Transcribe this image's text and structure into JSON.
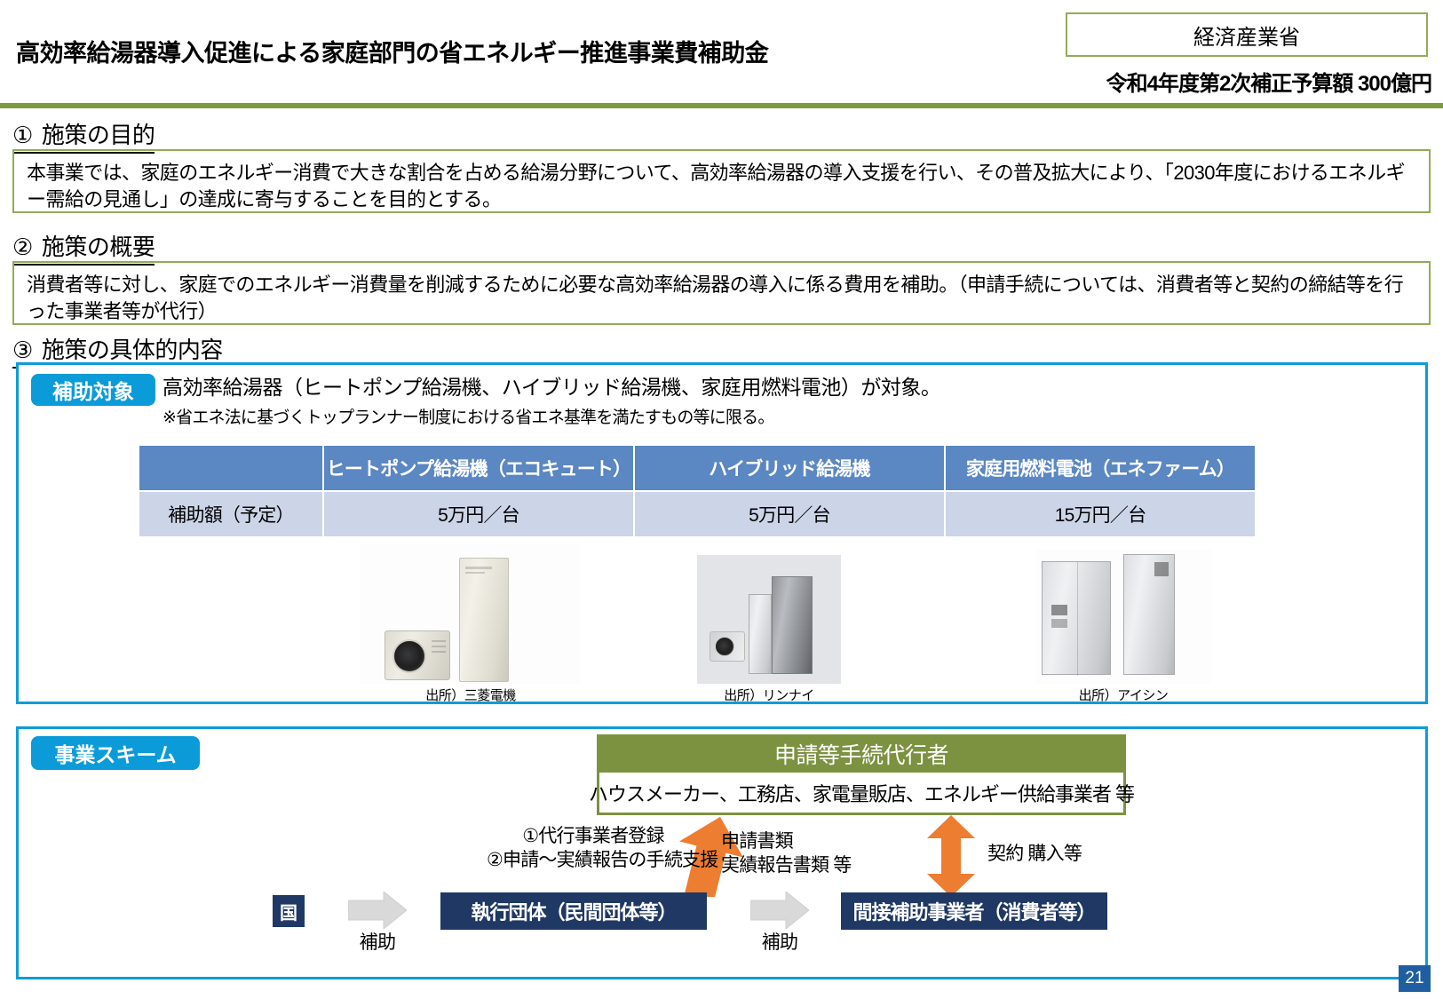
{
  "header": {
    "title": "高効率給湯器導入促進による家庭部門の省エネルギー推進事業費補助金",
    "ministry": "経済産業省",
    "budget": "令和4年度第2次補正予算額 300億円"
  },
  "sections": {
    "s1": {
      "num": "①",
      "heading": "施策の目的",
      "body": "本事業では、家庭のエネルギー消費で大きな割合を占める給湯分野について、高効率給湯器の導入支援を行い、その普及拡大により、「2030年度におけるエネルギー需給の見通し」の達成に寄与することを目的とする。"
    },
    "s2": {
      "num": "②",
      "heading": "施策の概要",
      "body": "消費者等に対し、家庭でのエネルギー消費量を削減するために必要な高効率給湯器の導入に係る費用を補助。（申請手続については、消費者等と契約の締結等を行った事業者等が代行）"
    },
    "s3": {
      "num": "③",
      "heading": "施策の具体的内容"
    }
  },
  "target_panel": {
    "tag": "補助対象",
    "line1": "高効率給湯器（ヒートポンプ給湯機、ハイブリッド給湯機、家庭用燃料電池）が対象。",
    "line2": "※省エネ法に基づくトップランナー制度における省エネ基準を満たすもの等に限る。",
    "table": {
      "headers": [
        "",
        "ヒートポンプ給湯機（エコキュート）",
        "ハイブリッド給湯機",
        "家庭用燃料電池（エネファーム）"
      ],
      "rows": [
        {
          "label": "補助額（予定）",
          "values": [
            "5万円／台",
            "5万円／台",
            "15万円／台"
          ]
        }
      ]
    },
    "photos": [
      {
        "name": "heat-pump-water-heater",
        "caption": "出所）三菱電機"
      },
      {
        "name": "hybrid-water-heater",
        "caption": "出所）リンナイ"
      },
      {
        "name": "household-fuel-cell",
        "caption": "出所）アイシン"
      }
    ]
  },
  "scheme_panel": {
    "tag": "事業スキーム",
    "agent": {
      "title": "申請等手続代行者",
      "members": "ハウスメーカー、工務店、家電量販店、エネルギー供給事業者 等"
    },
    "support_note_line1": "①代行事業者登録",
    "support_note_line2": "②申請～実績報告の手続支援",
    "documents_line1": "申請書類",
    "documents_line2": "実績報告書類 等",
    "contract_label": "契約 購入等",
    "nation": "国",
    "subsidy_label_1": "補助",
    "executor": "執行団体（民間団体等）",
    "subsidy_label_2": "補助",
    "beneficiary": "間接補助事業者（消費者等）"
  },
  "page_number": "21",
  "colors": {
    "rule_green": "#7b9b3e",
    "box_green": "#93ab56",
    "panel_blue": "#0f9bd7",
    "tag_blue": "#0b9bd8",
    "table_header_blue": "#5b87c3",
    "table_cell_blue": "#ccd4e8",
    "agent_green": "#7c9241",
    "navy": "#1f3864",
    "arrow_orange": "#ed7d31",
    "arrow_gray": "#d9d9d9"
  }
}
